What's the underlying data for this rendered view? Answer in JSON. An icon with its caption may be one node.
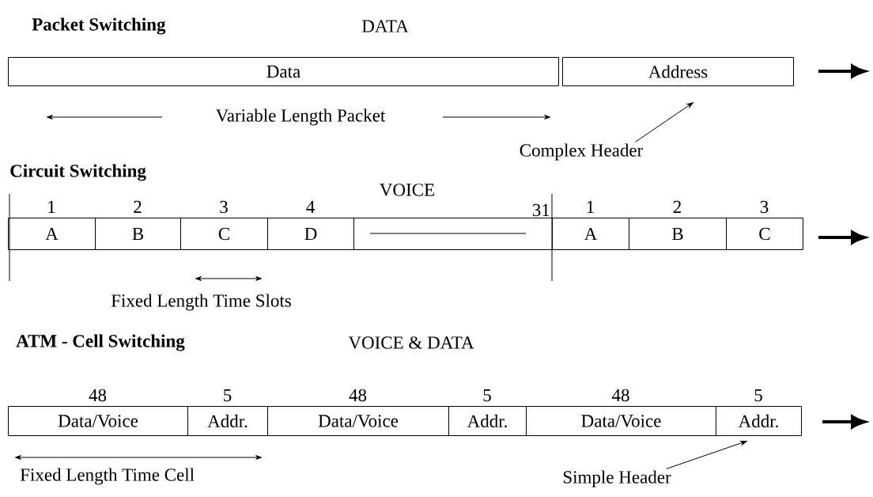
{
  "diagram": {
    "nodes": [
      {
        "text": [
          "Data"
        ]
      },
      {
        "text": [
          "Address"
        ]
      },
      {
        "text": [
          "Complex Header"
        ]
      },
      {
        "text": [
          "A"
        ],
        "beside": [
          "1"
        ]
      },
      {
        "text": [
          "B"
        ],
        "beside": [
          "2"
        ]
      },
      {
        "text": [
          "C"
        ],
        "beside": [
          "3"
        ]
      },
      {
        "text": [
          "D"
        ],
        "beside": [
          "4"
        ]
      },
      {
        "text": [],
        "shape": "box",
        "beside": [
          "31"
        ]
      },
      {
        "text": [
          "A"
        ],
        "beside": [
          "1"
        ]
      },
      {
        "text": [
          "B"
        ],
        "beside": [
          "2"
        ]
      },
      {
        "text": [
          "C"
        ],
        "beside": [
          "3"
        ]
      },
      {
        "text": [
          "Data/Voice"
        ],
        "beside": [
          "48"
        ]
      },
      {
        "text": [
          "Addr."
        ],
        "beside": [
          "5"
        ]
      },
      {
        "text": [
          "Data/Voice"
        ],
        "beside": [
          "48"
        ]
      },
      {
        "text": [
          "Addr."
        ],
        "beside": [
          "5"
        ]
      },
      {
        "text": [
          "Data/Voice"
        ],
        "beside": [
          "48"
        ]
      },
      {
        "text": [
          "Addr."
        ],
        "beside": [
          "5"
        ]
      },
      {
        "text": [
          "Simple Header"
        ]
      }
    ],
    "edges": [
      {
        "from": 2,
        "to": 1,
        "arrow": "to"
      },
      {
        "from": 17,
        "to": 16,
        "arrow": "to"
      }
    ],
    "labels": [
      "Packet Switching",
      "DATA",
      "Variable Length Packet",
      "Circuit Switching",
      "VOICE",
      "Fixed Length Time Slots",
      "ATM - Cell Switching",
      "VOICE & DATA",
      "Fixed Length Time Cell"
    ]
  }
}
